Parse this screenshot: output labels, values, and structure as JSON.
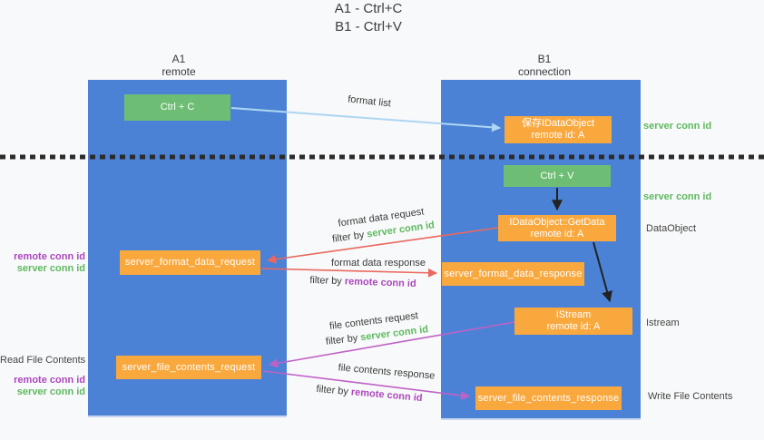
{
  "title": {
    "line1": "A1 - Ctrl+C",
    "line2": "B1 - Ctrl+V"
  },
  "lanes": {
    "a1": {
      "name": "A1",
      "subtitle": "remote"
    },
    "b1": {
      "name": "B1",
      "subtitle": "connection"
    }
  },
  "nodes": {
    "ctrl_c": {
      "label": "Ctrl + C"
    },
    "ctrl_v": {
      "label": "Ctrl + V"
    },
    "save_idataobject": {
      "line1": "保存IDataObject",
      "line2": "remote id: A"
    },
    "idataobject_getdata": {
      "line1": "IDataObject::GetData",
      "line2": "remote id: A"
    },
    "istream": {
      "line1": "IStream",
      "line2": "remote id: A"
    },
    "server_format_data_request": {
      "label": "server_format_data_request"
    },
    "server_format_data_response": {
      "label": "server_format_data_response"
    },
    "server_file_contents_request": {
      "label": "server_file_contents_request"
    },
    "server_file_contents_response": {
      "label": "server_file_contents_response"
    }
  },
  "flow_labels": {
    "format_list": "format list",
    "format_data_request": "format data request",
    "format_data_response": "format data response",
    "file_contents_request": "file contents request",
    "file_contents_response": "file contents response",
    "filter_prefix": "filter by",
    "server_conn_id": "server conn id",
    "remote_conn_id": "remote conn id"
  },
  "side_labels": {
    "right_server_conn_id_1": "server conn id",
    "right_server_conn_id_2": "server conn id",
    "dataobject": "DataObject",
    "istream": "Istream",
    "write_file_contents": "Write File Contents",
    "read_file_contents": "Read File Contents",
    "left_remote_conn_id_1": "remote conn id",
    "left_server_conn_id_1": "server conn id",
    "left_remote_conn_id_2": "remote conn id",
    "left_server_conn_id_2": "server conn id"
  },
  "colors": {
    "lane_blue": "#4c82d6",
    "node_green": "#6dbe74",
    "node_orange": "#f9a83e",
    "server_conn_green": "#5eb95f",
    "remote_conn_purple": "#ab47bc",
    "request_arrow_red": "#ea685d",
    "file_arrow_purple": "#bf62c6",
    "format_list_arrow_blue": "#aed6f2",
    "black_arrow": "#222222",
    "divider_dots": "#2b2b2b",
    "background": "#f8f9fa"
  }
}
